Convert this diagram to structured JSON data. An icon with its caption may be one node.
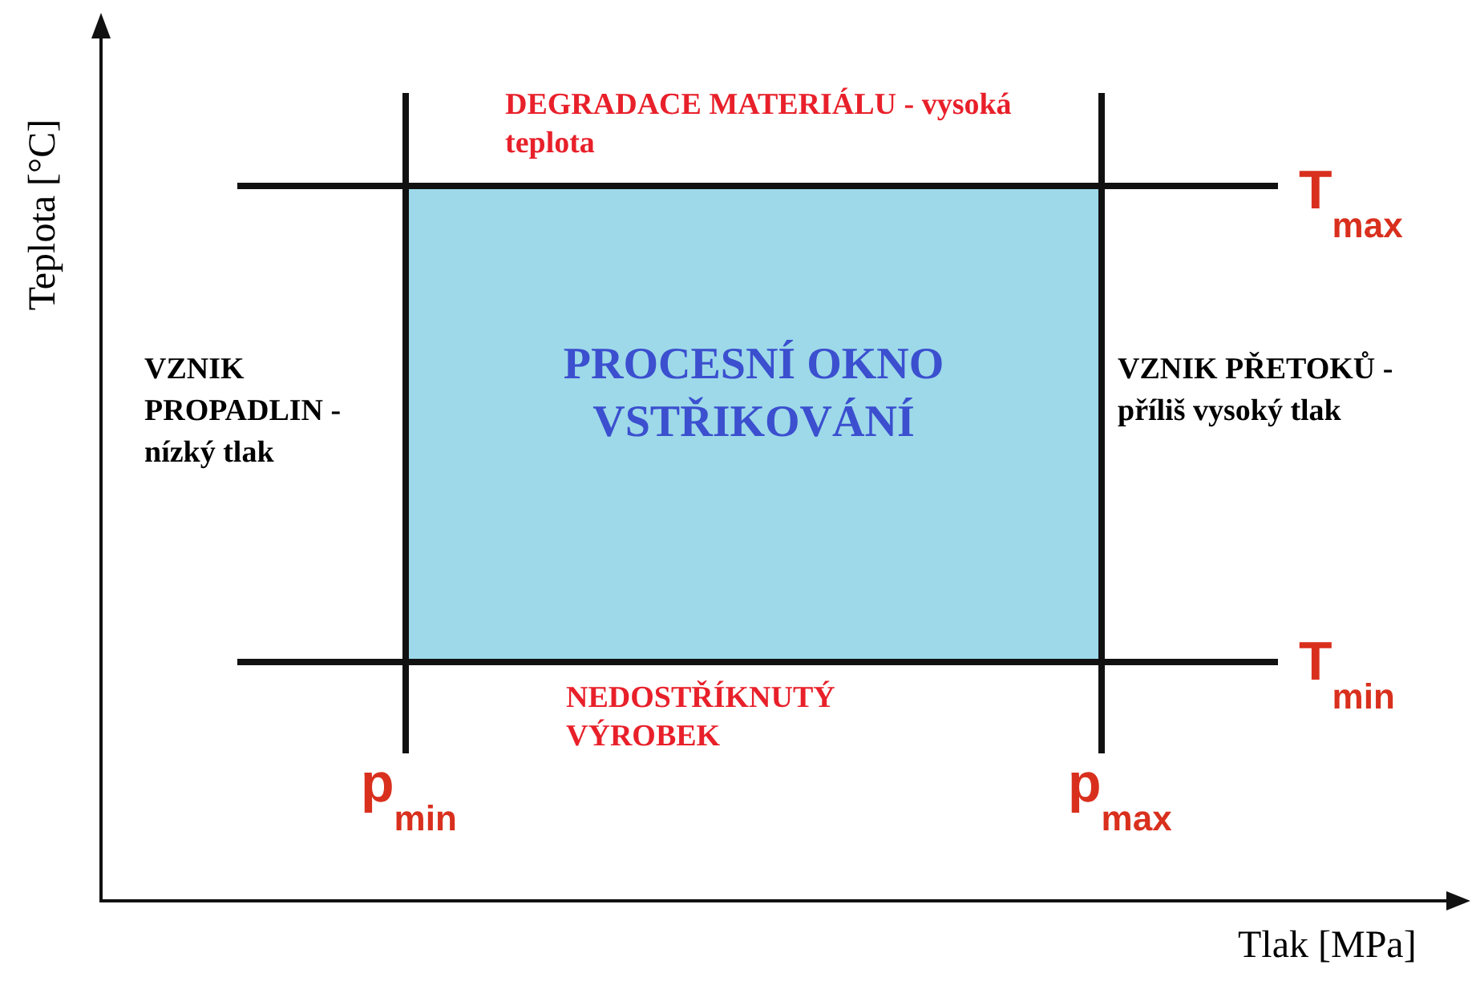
{
  "diagram": {
    "nodes": [
      {
        "text": [
          "PROCESNÍ OKNO VSTŘIKOVÁNÍ"
        ]
      }
    ],
    "edges": [],
    "labels": [
      "Teplota [°C]",
      "DEGRADACE MATERIÁLU - vysoká teplota",
      "T$_{max}$",
      "VZNIK PROPADLIN - nízký tlak",
      "VZNIK PŘETOKŮ - příliš vysoký tlak",
      "T$_{min}$",
      "NEDOSTŘÍKNUTÝ VÝROBEK",
      "p$_{min}$",
      "p$_{max}$",
      "Tlak [MPa]"
    ]
  }
}
